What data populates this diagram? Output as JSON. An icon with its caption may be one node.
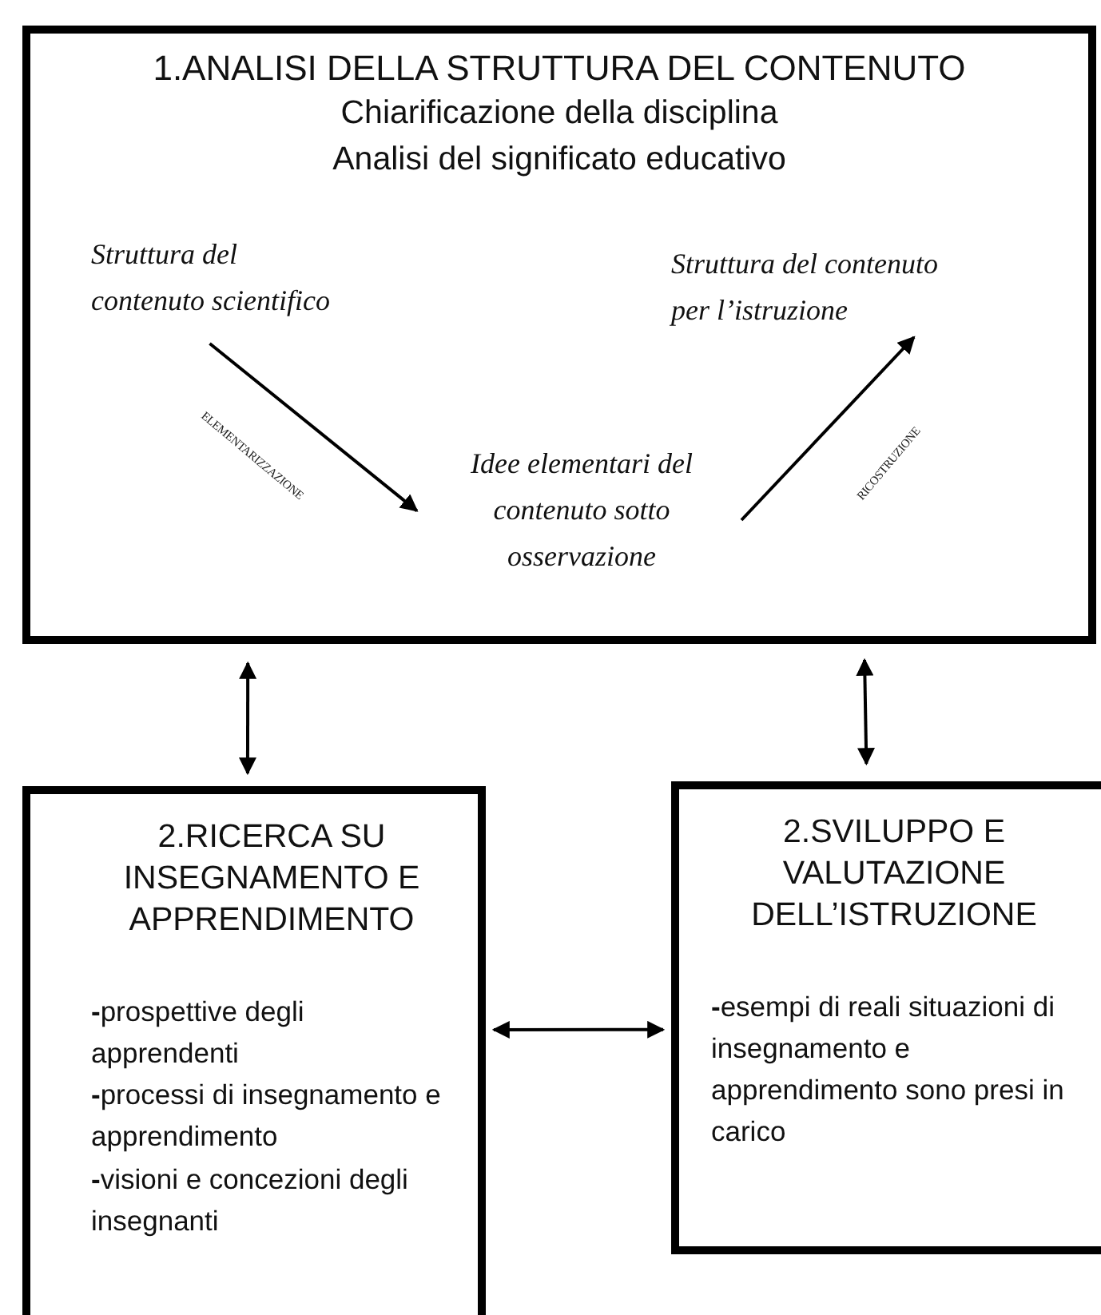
{
  "diagram": {
    "nodes": [
      {
        "text": [
          "1.ANALISI DELLA STRUTTURA DEL CONTENUTO",
          "Chiarificazione della disciplina",
          "Analisi del significato educativo"
        ]
      },
      {
        "text": [
          "Struttura del contenuto scientifico"
        ],
        "in": 0
      },
      {
        "text": [
          "Idee elementari del contenuto sotto osservazione"
        ],
        "in": 0
      },
      {
        "text": [
          "Struttura del contenuto per l’istruzione"
        ],
        "in": 0
      },
      {
        "text": [
          "2.RICERCA SU INSEGNAMENTO E APPRENDIMENTO",
          "**-**prospettive degli apprendenti",
          "**-**processi di insegnamento e apprendimento",
          "**-**visioni e concezioni degli insegnanti"
        ]
      },
      {
        "text": [
          "2.SVILUPPO E VALUTAZIONE DELL’ISTRUZIONE",
          "**-**esempi di reali situazioni di insegnamento e apprendimento sono presi in carico"
        ]
      }
    ],
    "edges": [
      {
        "from": 1,
        "to": 2,
        "arrow": "to",
        "label": "ELEMENTARIZZAZIONE"
      },
      {
        "from": 2,
        "to": 3,
        "arrow": "to",
        "label": "RICOSTRUZIONE"
      },
      {
        "from": 0,
        "to": 4,
        "arrow": "both"
      },
      {
        "from": 0,
        "to": 5,
        "arrow": "both"
      },
      {
        "from": 4,
        "to": 5,
        "arrow": "both"
      }
    ]
  }
}
